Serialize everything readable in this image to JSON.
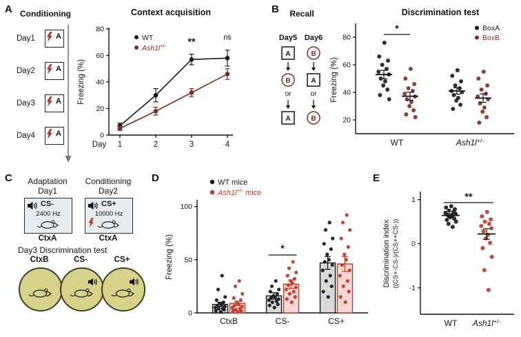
{
  "colors": {
    "wt": "#1a1a1a",
    "mutant_dark": "#7c2a26",
    "mutant_bright": "#c0392b",
    "wt_bar": "#d9d9d9",
    "mutant_bar": "#f4d7d3",
    "ctx_box_fill": "#e8ecef",
    "test_circle_fill": "#d6d28a"
  },
  "panelA": {
    "label": "A",
    "schematic_title": "Conditioning",
    "days": [
      "Day1",
      "Day2",
      "Day3",
      "Day4"
    ],
    "context_letter": "A"
  },
  "panelB": {
    "label": "B",
    "schematic_title": "Recall",
    "day_headers": [
      "Day5",
      "Day6"
    ],
    "or_label": "or",
    "columns": [
      [
        "sq:A",
        "arrow",
        "ci:B",
        "or",
        "arrow",
        "sq:A"
      ],
      [
        "ci:B",
        "arrow",
        "sq:A",
        "or",
        "arrow",
        "ci:B"
      ]
    ]
  },
  "panelC": {
    "label": "C",
    "stages": [
      {
        "title": "Adaptation",
        "day": "Day1",
        "cs": "CS-",
        "freq": "2400 Hz",
        "context": "CtxA",
        "shock": false
      },
      {
        "title": "Conditioning",
        "day": "Day2",
        "cs": "CS+",
        "freq": "10000 Hz",
        "context": "CtxA",
        "shock": true
      }
    ],
    "test_line": "Day3 Discrimination test",
    "tests": [
      {
        "label": "CtxB",
        "speaker": false
      },
      {
        "label": "CS-",
        "speaker": true
      },
      {
        "label": "CS+",
        "speaker": true
      }
    ]
  },
  "panelD": {
    "label": "D"
  },
  "panelE": {
    "label": "E"
  },
  "chart_data": [
    {
      "panel": "A",
      "type": "line",
      "title": "Context acquisition",
      "xlabel": "Day",
      "ylabel": "Freezing (%)",
      "x": [
        1,
        2,
        3,
        4
      ],
      "ylim": [
        0,
        80
      ],
      "yticks": [
        0,
        20,
        40,
        60,
        80
      ],
      "series": [
        {
          "name": "WT",
          "color": "#1a1a1a",
          "values": [
            7,
            30,
            57,
            58
          ],
          "sem": [
            2,
            5,
            4,
            6
          ]
        },
        {
          "name": "Ash1l+/-",
          "color": "#7c2a26",
          "values": [
            5,
            18,
            32,
            46
          ],
          "sem": [
            1.5,
            3,
            3,
            4
          ]
        }
      ],
      "annotations": [
        {
          "x": 3,
          "y": 68,
          "text": "**"
        },
        {
          "x": 4,
          "y": 72,
          "text": "ns"
        }
      ]
    },
    {
      "panel": "B",
      "type": "scatter",
      "title": "Discrimination test",
      "ylabel": "Freezing (%)",
      "ylim": [
        10,
        88
      ],
      "yticks": [
        20,
        40,
        60,
        80
      ],
      "legend": [
        {
          "name": "BoxA",
          "color": "#1a1a1a"
        },
        {
          "name": "BoxB",
          "color": "#7c2a26"
        }
      ],
      "groups": [
        {
          "label": "WT",
          "sets": [
            {
              "name": "BoxA",
              "color": "#1a1a1a",
              "points": [
                76,
                66,
                63,
                60,
                57,
                55,
                53,
                50,
                48,
                45,
                42,
                38,
                35
              ],
              "mean": 52.9,
              "sem": 3.1
            },
            {
              "name": "BoxB",
              "color": "#7c2a26",
              "points": [
                57,
                50,
                46,
                43,
                41,
                39,
                37,
                35,
                33,
                30,
                27,
                24,
                22
              ],
              "mean": 37.2,
              "sem": 2.9
            }
          ]
        },
        {
          "label": "Ash1l+/-",
          "sets": [
            {
              "name": "BoxA",
              "color": "#1a1a1a",
              "points": [
                56,
                52,
                48,
                45,
                43,
                41,
                40,
                38,
                36,
                34,
                31,
                28
              ],
              "mean": 41.0,
              "sem": 2.3
            },
            {
              "name": "BoxB",
              "color": "#7c2a26",
              "points": [
                55,
                50,
                45,
                42,
                39,
                37,
                35,
                32,
                29,
                26,
                22,
                18
              ],
              "mean": 35.8,
              "sem": 3.1
            }
          ]
        }
      ],
      "significance": [
        {
          "group": 0,
          "text": "*"
        }
      ]
    },
    {
      "panel": "D",
      "type": "bar",
      "ylabel": "Freezing (%)",
      "ylim": [
        0,
        105
      ],
      "yticks": [
        0,
        50,
        100
      ],
      "categories": [
        "CtxB",
        "CS-",
        "CS+"
      ],
      "series": [
        {
          "name": "WT mice",
          "bar_color": "#d9d9d9",
          "edge_color": "#1a1a1a",
          "dot_color": "#1a1a1a",
          "means": [
            8,
            16,
            47
          ],
          "sem": [
            2,
            3,
            6
          ],
          "points": [
            [
              1,
              2,
              3,
              4,
              4,
              5,
              6,
              7,
              8,
              9,
              10,
              12,
              15,
              22,
              35
            ],
            [
              5,
              7,
              8,
              10,
              11,
              12,
              13,
              14,
              15,
              16,
              18,
              20,
              22,
              25,
              30
            ],
            [
              15,
              20,
              25,
              30,
              35,
              40,
              45,
              48,
              50,
              55,
              60,
              65,
              70,
              78,
              85
            ]
          ]
        },
        {
          "name": "Ash1l+/- mice",
          "bar_color": "#f4d7d3",
          "edge_color": "#c0392b",
          "dot_color": "#c0392b",
          "means": [
            9,
            27,
            46
          ],
          "sem": [
            2,
            4,
            7
          ],
          "points": [
            [
              1,
              2,
              2,
              3,
              4,
              5,
              6,
              7,
              8,
              10,
              12,
              14,
              18,
              25,
              30
            ],
            [
              10,
              13,
              15,
              18,
              20,
              22,
              24,
              26,
              28,
              30,
              32,
              35,
              38,
              42,
              48
            ],
            [
              10,
              15,
              20,
              25,
              30,
              35,
              40,
              45,
              50,
              55,
              62,
              70,
              78,
              85,
              92
            ]
          ]
        }
      ],
      "significance": [
        {
          "category": 1,
          "text": "*"
        }
      ]
    },
    {
      "panel": "E",
      "type": "scatter",
      "ylabel_lines": [
        "Discrimination index",
        "((CS+-CS-)/(CS++CS-))"
      ],
      "ylim": [
        -1.6,
        1.15
      ],
      "yticks": [
        1,
        0,
        -1
      ],
      "groups": [
        {
          "label": "WT",
          "color": "#1a1a1a",
          "points": [
            0.85,
            0.82,
            0.78,
            0.75,
            0.72,
            0.7,
            0.68,
            0.65,
            0.63,
            0.6,
            0.57,
            0.54,
            0.5,
            0.45,
            0.38
          ],
          "mean": 0.64,
          "sem": 0.04
        },
        {
          "label": "Ash1l+/-",
          "color": "#c0392b",
          "points": [
            0.72,
            0.62,
            0.55,
            0.5,
            0.45,
            0.4,
            0.35,
            0.28,
            0.2,
            0.12,
            0.02,
            -0.1,
            -0.3,
            -0.6,
            -1.05
          ],
          "mean": 0.22,
          "sem": 0.12
        }
      ],
      "significance": "**"
    }
  ]
}
